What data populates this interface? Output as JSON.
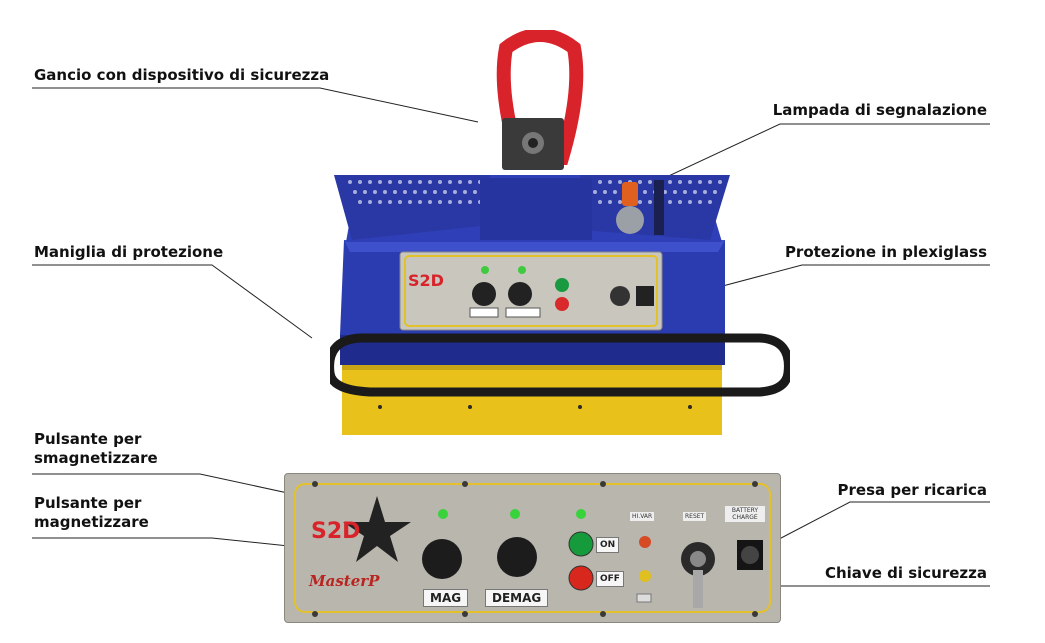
{
  "labels": {
    "hook": "Gancio con dispositivo di sicurezza",
    "lamp": "Lampada di segnalazione",
    "handle": "Maniglia di protezione",
    "plexi": "Protezione in plexiglass",
    "demag_btn_l1": "Pulsante per",
    "demag_btn_l2": "smagnetizzare",
    "mag_btn_l1": "Pulsante per",
    "mag_btn_l2": "magnetizzare",
    "socket": "Presa per ricarica",
    "key": "Chiave di sicurezza"
  },
  "panel": {
    "brand": "S2D",
    "model": "MasterP",
    "mag": "MAG",
    "demag": "DEMAG",
    "on": "ON",
    "off": "OFF",
    "hv": "HI.VAR",
    "reset": "RESET",
    "battery": "BATTERY CHARGE"
  },
  "colors": {
    "blue": "#2b3bb0",
    "yellow": "#e8c21a",
    "hook_red": "#d8232a"
  }
}
